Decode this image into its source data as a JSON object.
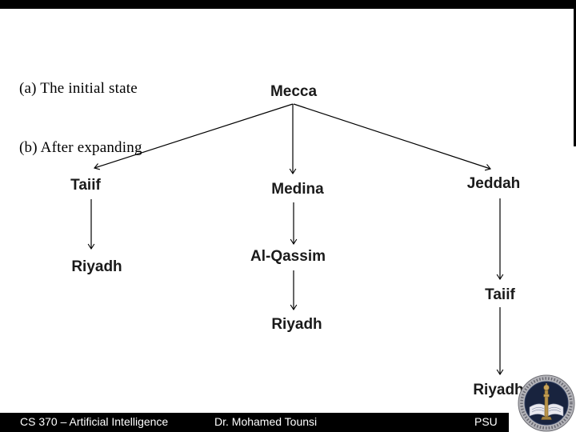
{
  "slide": {
    "section_a_label": "(a) The initial state",
    "section_b_label": "(b) After expanding",
    "nodes": {
      "mecca": "Mecca",
      "taiif_left": "Taiif",
      "medina": "Medina",
      "jeddah": "Jeddah",
      "riyadh_left": "Riyadh",
      "al_qassim": "Al-Qassim",
      "riyadh_mid": "Riyadh",
      "taiif_right": "Taiif",
      "riyadh_right": "Riyadh"
    },
    "tree_edges": [
      {
        "from": "Mecca",
        "to": "Taiif"
      },
      {
        "from": "Mecca",
        "to": "Medina"
      },
      {
        "from": "Mecca",
        "to": "Jeddah"
      },
      {
        "from": "Taiif",
        "to": "Riyadh"
      },
      {
        "from": "Medina",
        "to": "Al-Qassim"
      },
      {
        "from": "Al-Qassim",
        "to": "Riyadh"
      },
      {
        "from": "Jeddah",
        "to": "Taiif"
      },
      {
        "from": "Taiif",
        "to": "Riyadh"
      }
    ]
  },
  "footer": {
    "course": "CS 370 – Artificial Intelligence",
    "instructor": "Dr. Mohamed Tounsi",
    "institution": "PSU"
  },
  "logo": {
    "name": "psu-seal"
  },
  "colors": {
    "background": "#ffffff",
    "bars": "#000000",
    "node_text": "#1a1a1a",
    "footer_text": "#ffffff",
    "seal_ring": "#b3b3b8",
    "seal_disk": "#18233e",
    "seal_tower_gold": "#b9944a",
    "seal_book_white": "#e9e9ef"
  }
}
